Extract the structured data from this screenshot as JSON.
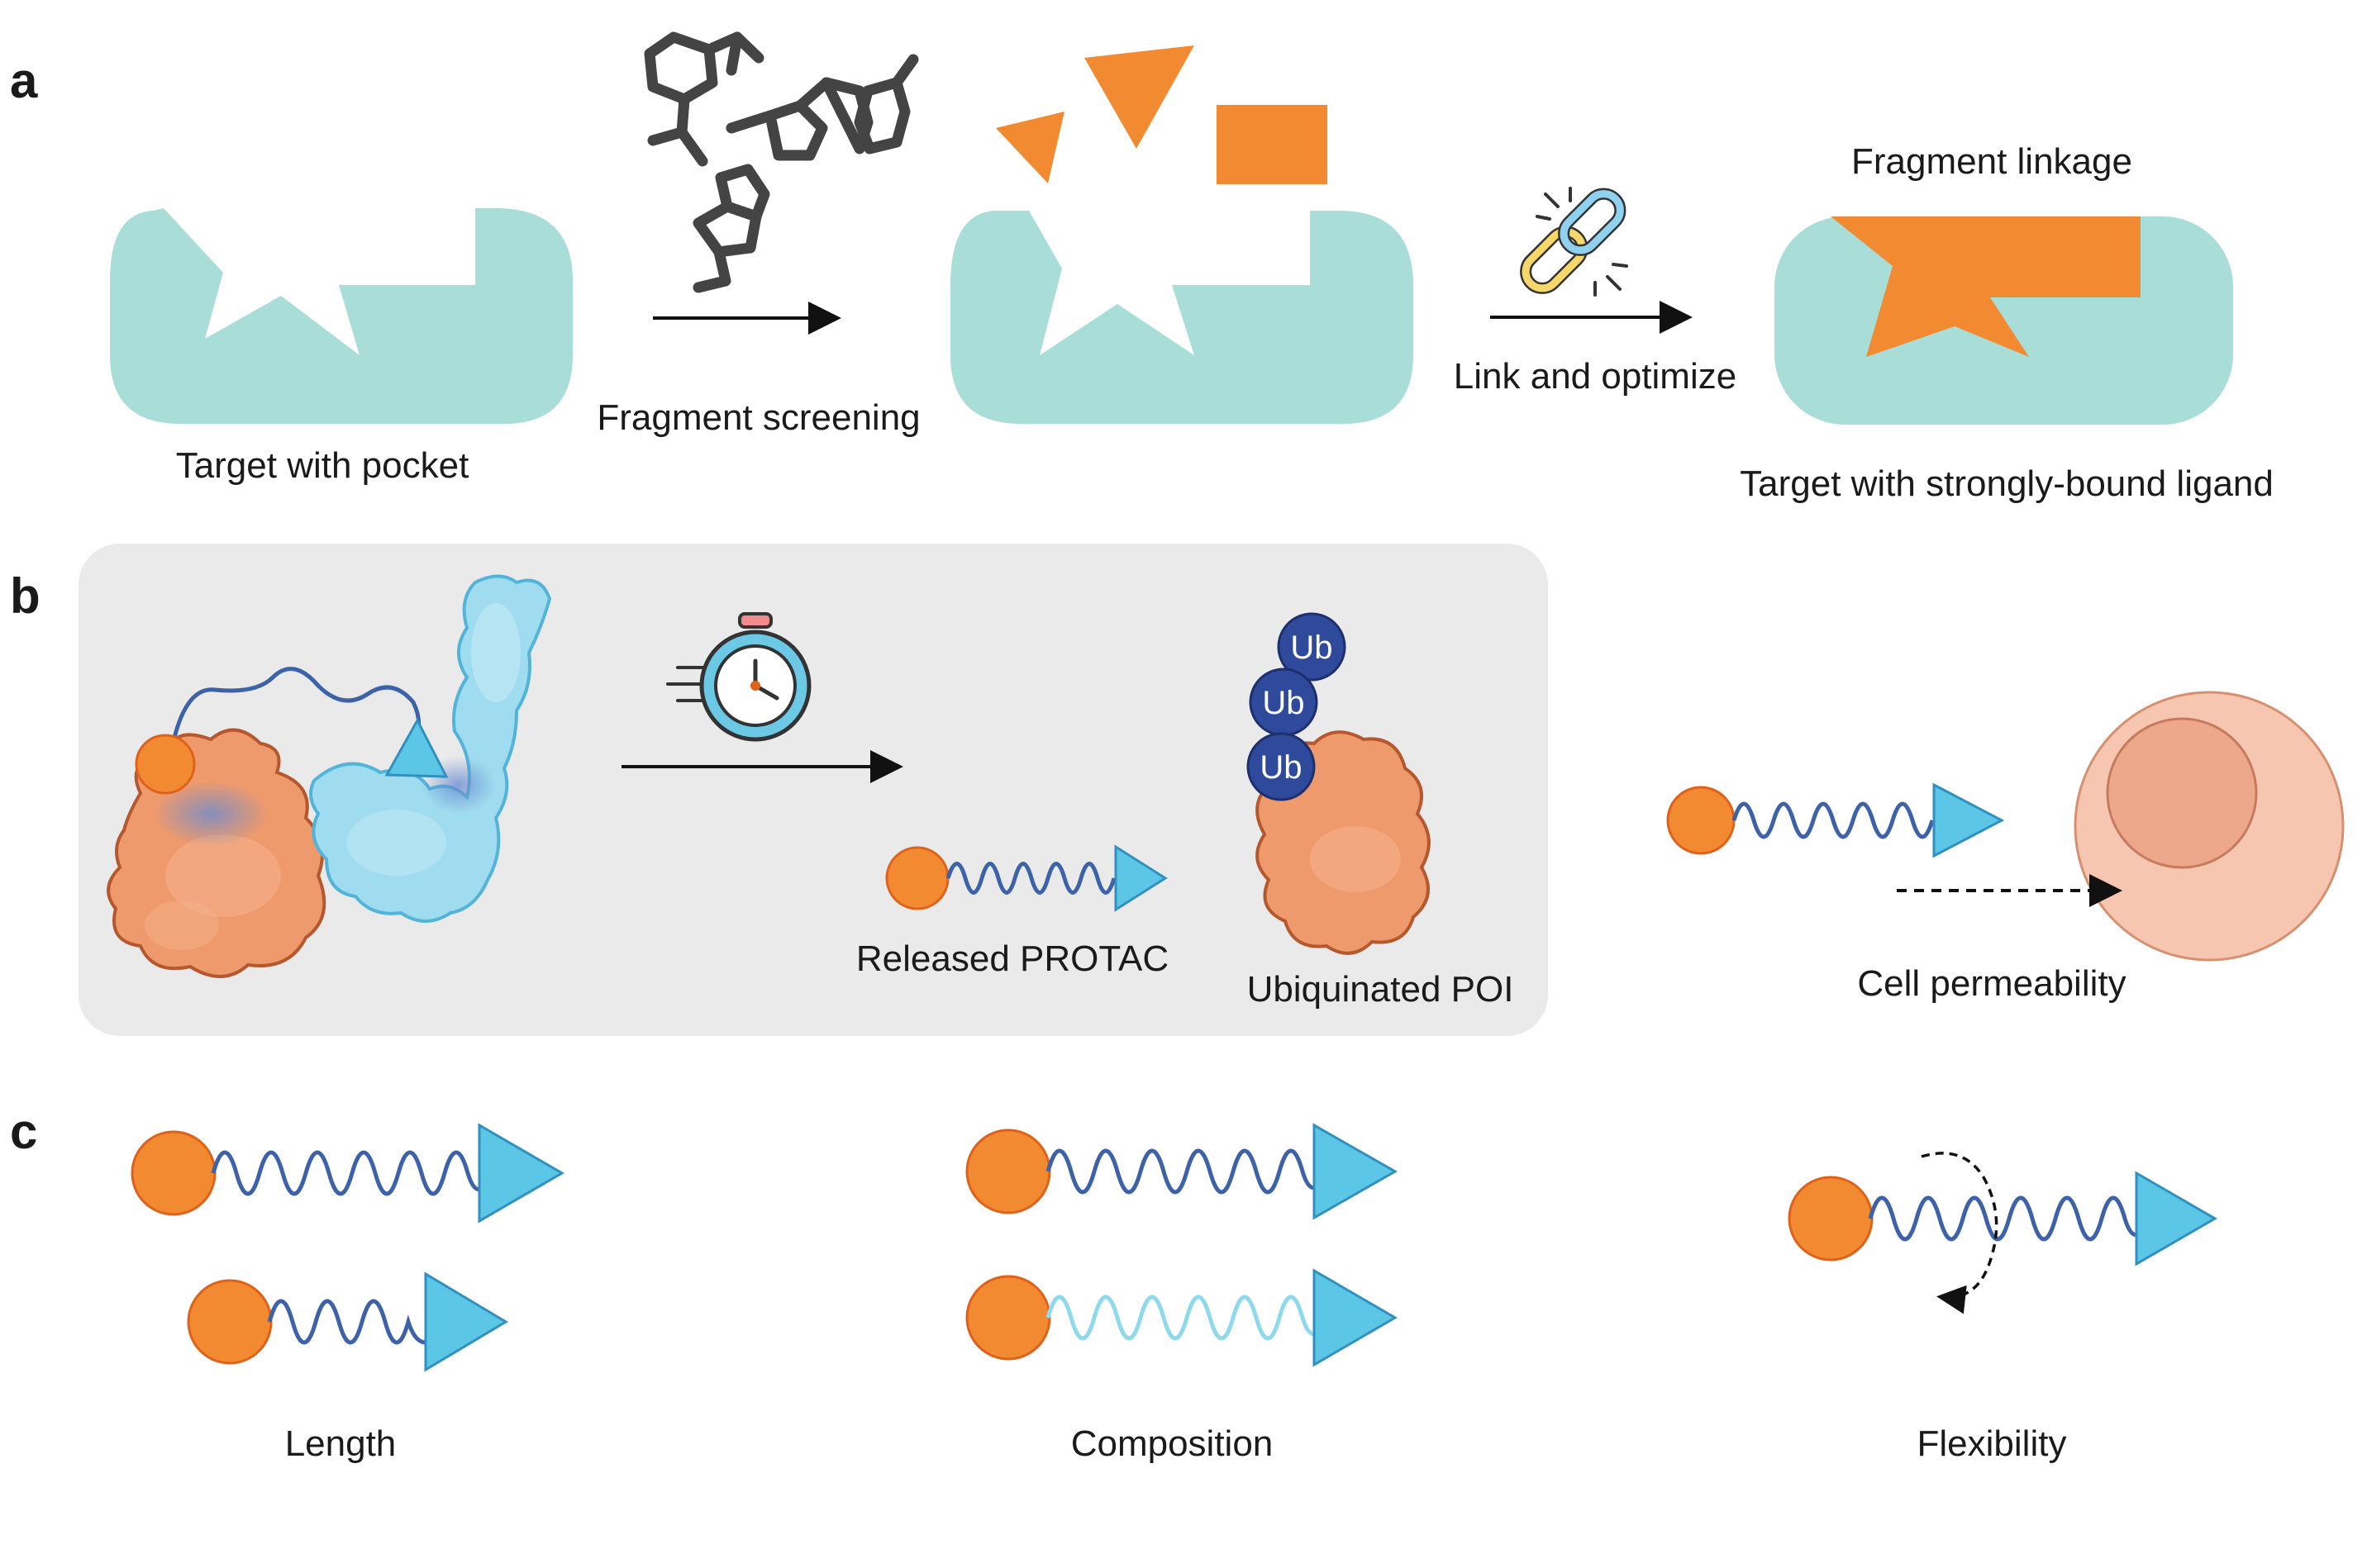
{
  "panels": {
    "a": {
      "letter": "a",
      "target_with_pocket": "Target with pocket",
      "fragment_screening": "Fragment screening",
      "link_and_optimize": "Link and optimize",
      "fragment_linkage": "Fragment linkage",
      "target_with_ligand": "Target with strongly-bound ligand"
    },
    "b": {
      "letter": "b",
      "released_protac": "Released PROTAC",
      "ubiquinated_poi": "Ubiquinated POI",
      "ub_label": "Ub",
      "cell_permeability": "Cell permeability"
    },
    "c": {
      "letter": "c",
      "length": "Length",
      "composition": "Composition",
      "flexibility": "Flexibility"
    }
  },
  "colors": {
    "target_teal": "#a8ddd8",
    "fragment_orange": "#f28a32",
    "linker_blue": "#3d62a8",
    "linker_light": "#8fd9ef",
    "warhead_blue": "#5cc6e6",
    "ub_blue": "#2f4a9a",
    "poi_orange": "#ef9a6c",
    "e3_blue": "#9fdcef",
    "panel_gray": "#eaeaea",
    "cell_outer": "#f6c6b1",
    "cell_inner": "#eda88c"
  },
  "icons": [
    "molecule-icon",
    "chain-link-icon",
    "stopwatch-icon"
  ]
}
